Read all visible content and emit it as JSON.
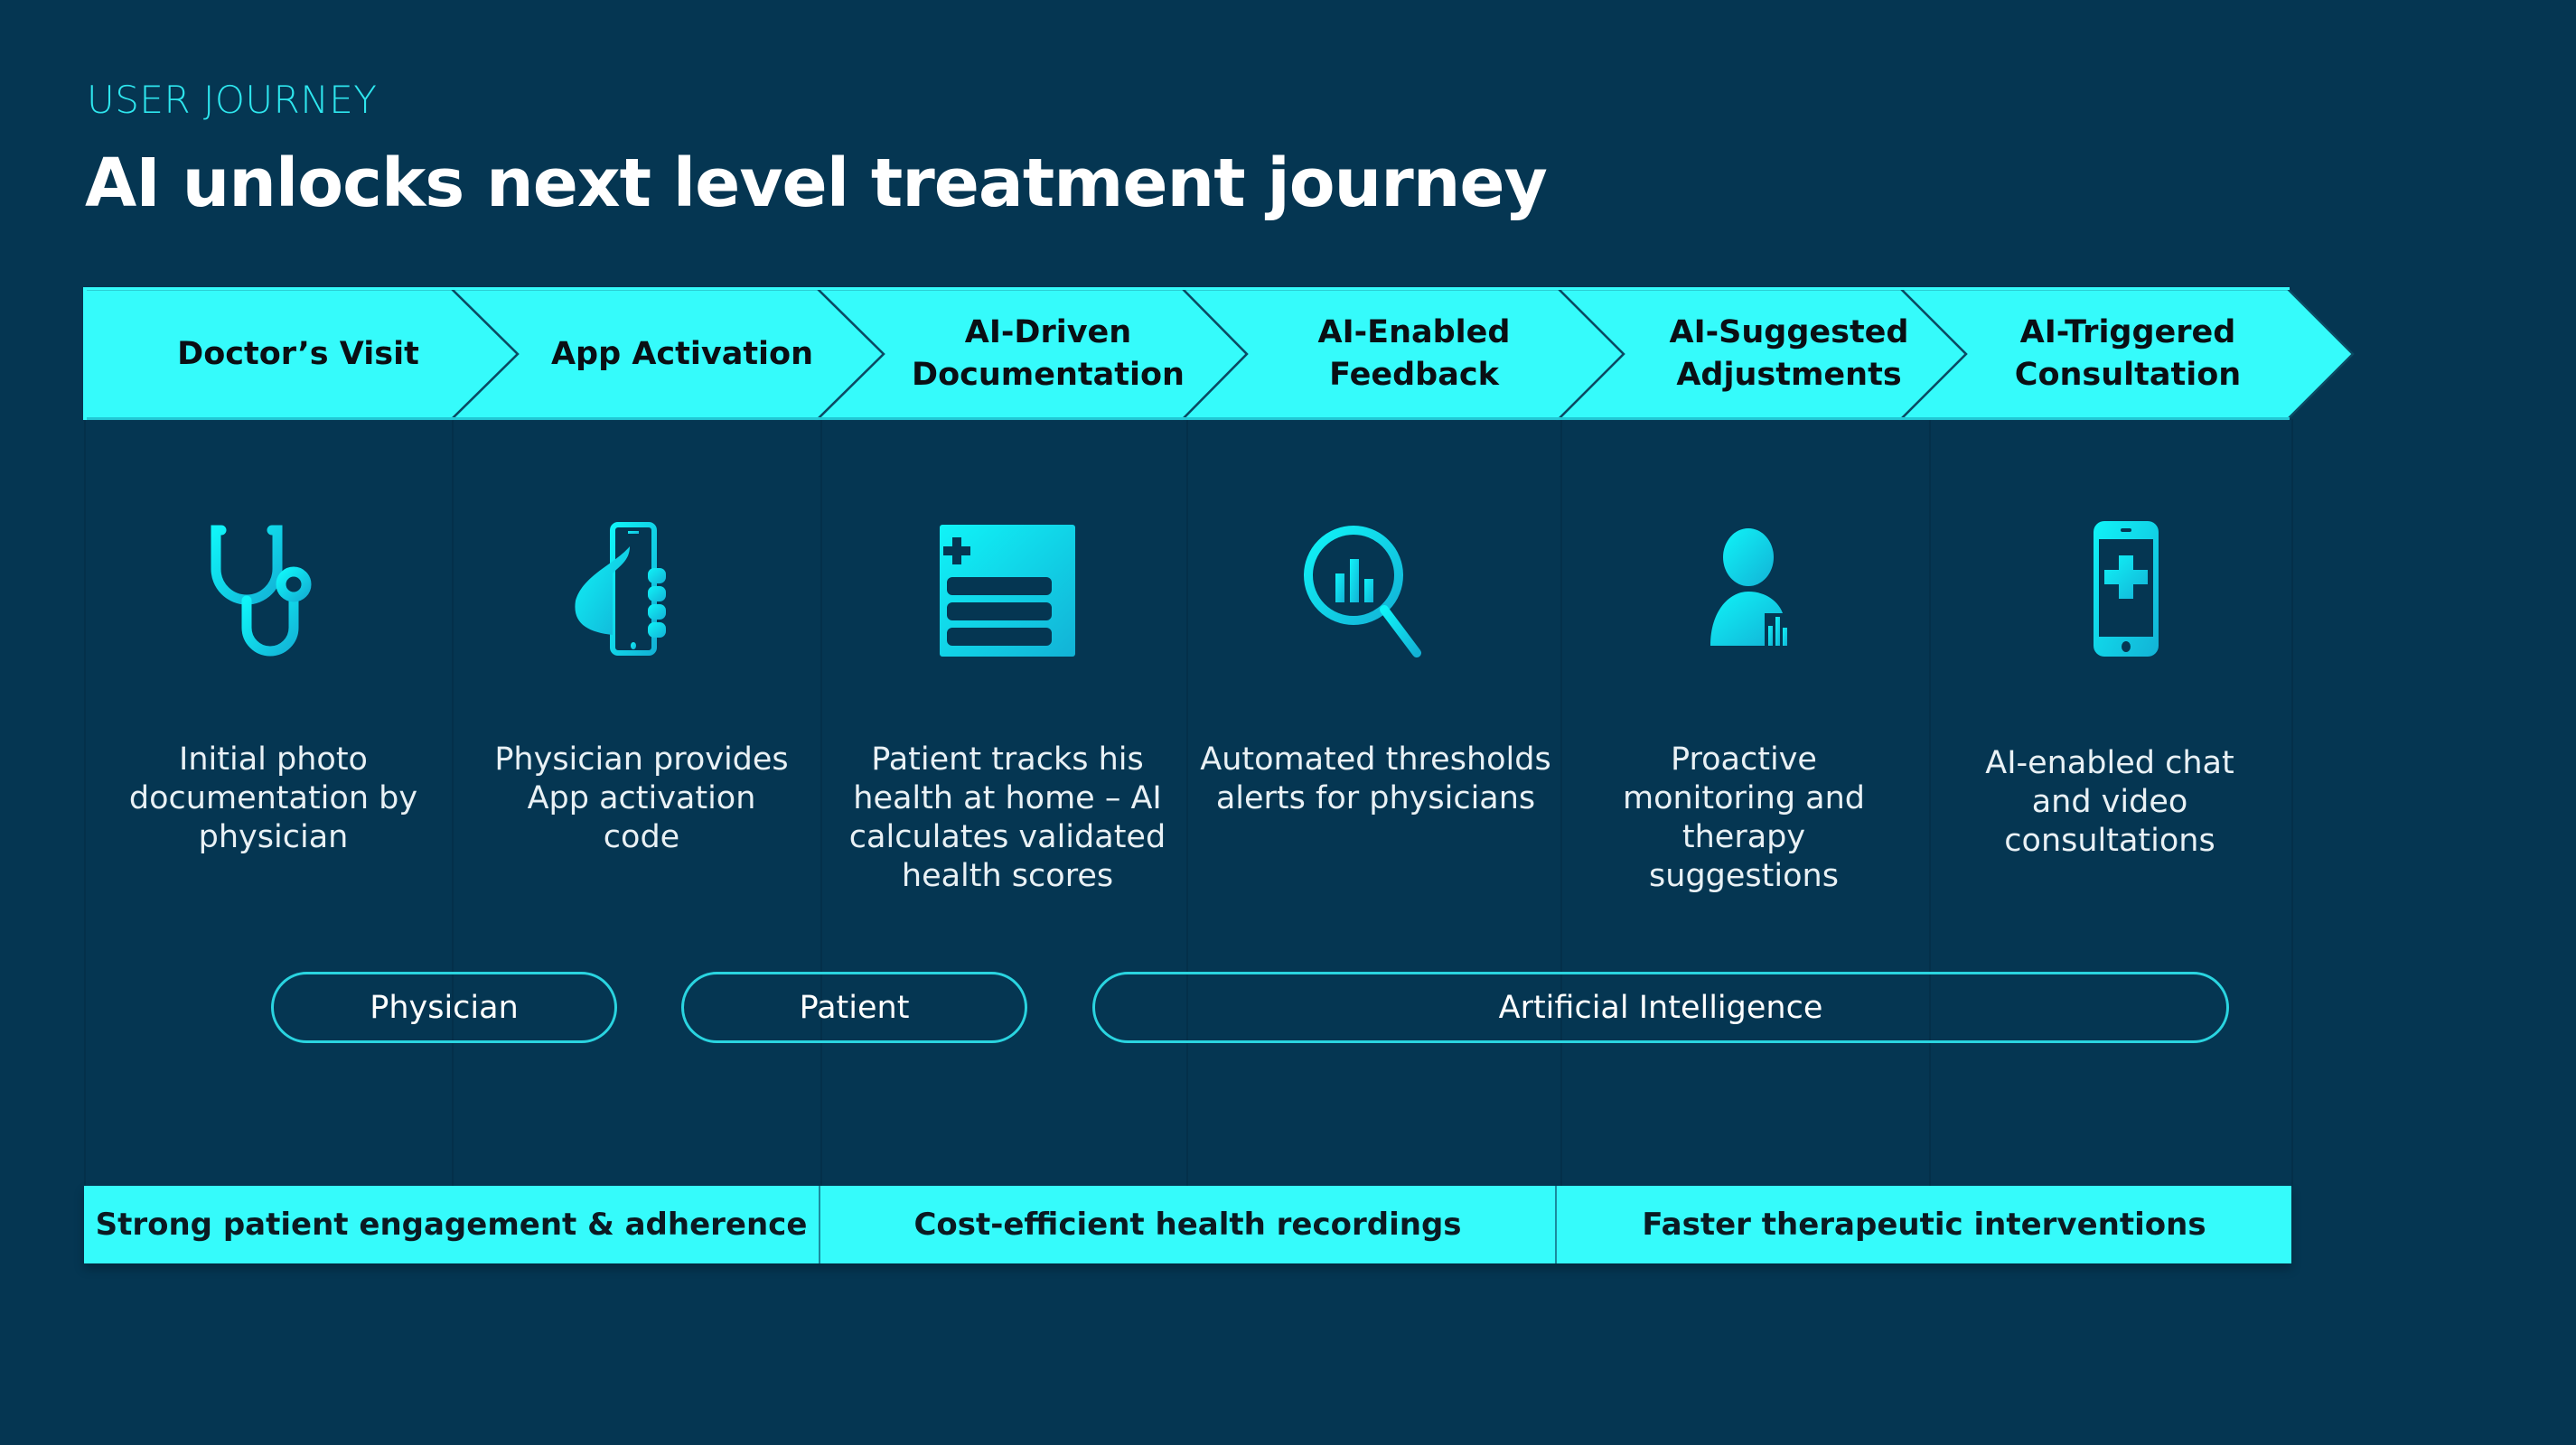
{
  "eyebrow": "USER JOURNEY",
  "title": "AI unlocks next level treatment journey",
  "colors": {
    "background": "#053652",
    "accent_cyan": "#35fbfb",
    "icon_gradient_start": "#10f4f8",
    "icon_gradient_end": "#12b2d6",
    "pill_border": "#2ad4e0"
  },
  "steps": [
    {
      "label": "Doctor’s Visit",
      "icon": "stethoscope-icon",
      "description": "Initial photo documentation by physician"
    },
    {
      "label": "App Activation",
      "icon": "hand-holding-phone-icon",
      "description": "Physician provides App activation code"
    },
    {
      "label": "AI-Driven Documentation",
      "icon": "medical-record-icon",
      "description": "Patient tracks his health at home – AI calculates validated health scores"
    },
    {
      "label": "AI-Enabled Feedback",
      "icon": "magnifier-chart-icon",
      "description": "Automated thresholds alerts for physicians"
    },
    {
      "label": "AI-Suggested Adjustments",
      "icon": "user-analytics-icon",
      "description": "Proactive monitoring and therapy suggestions"
    },
    {
      "label": "AI-Triggered Consultation",
      "icon": "phone-medical-cross-icon",
      "description": "AI-enabled chat and video consultations"
    }
  ],
  "actors": [
    {
      "label": "Physician"
    },
    {
      "label": "Patient"
    },
    {
      "label": "Artificial Intelligence"
    }
  ],
  "outcomes": [
    {
      "label": "Strong patient engagement & adherence"
    },
    {
      "label": "Cost-efficient health recordings"
    },
    {
      "label": "Faster therapeutic interventions"
    }
  ]
}
